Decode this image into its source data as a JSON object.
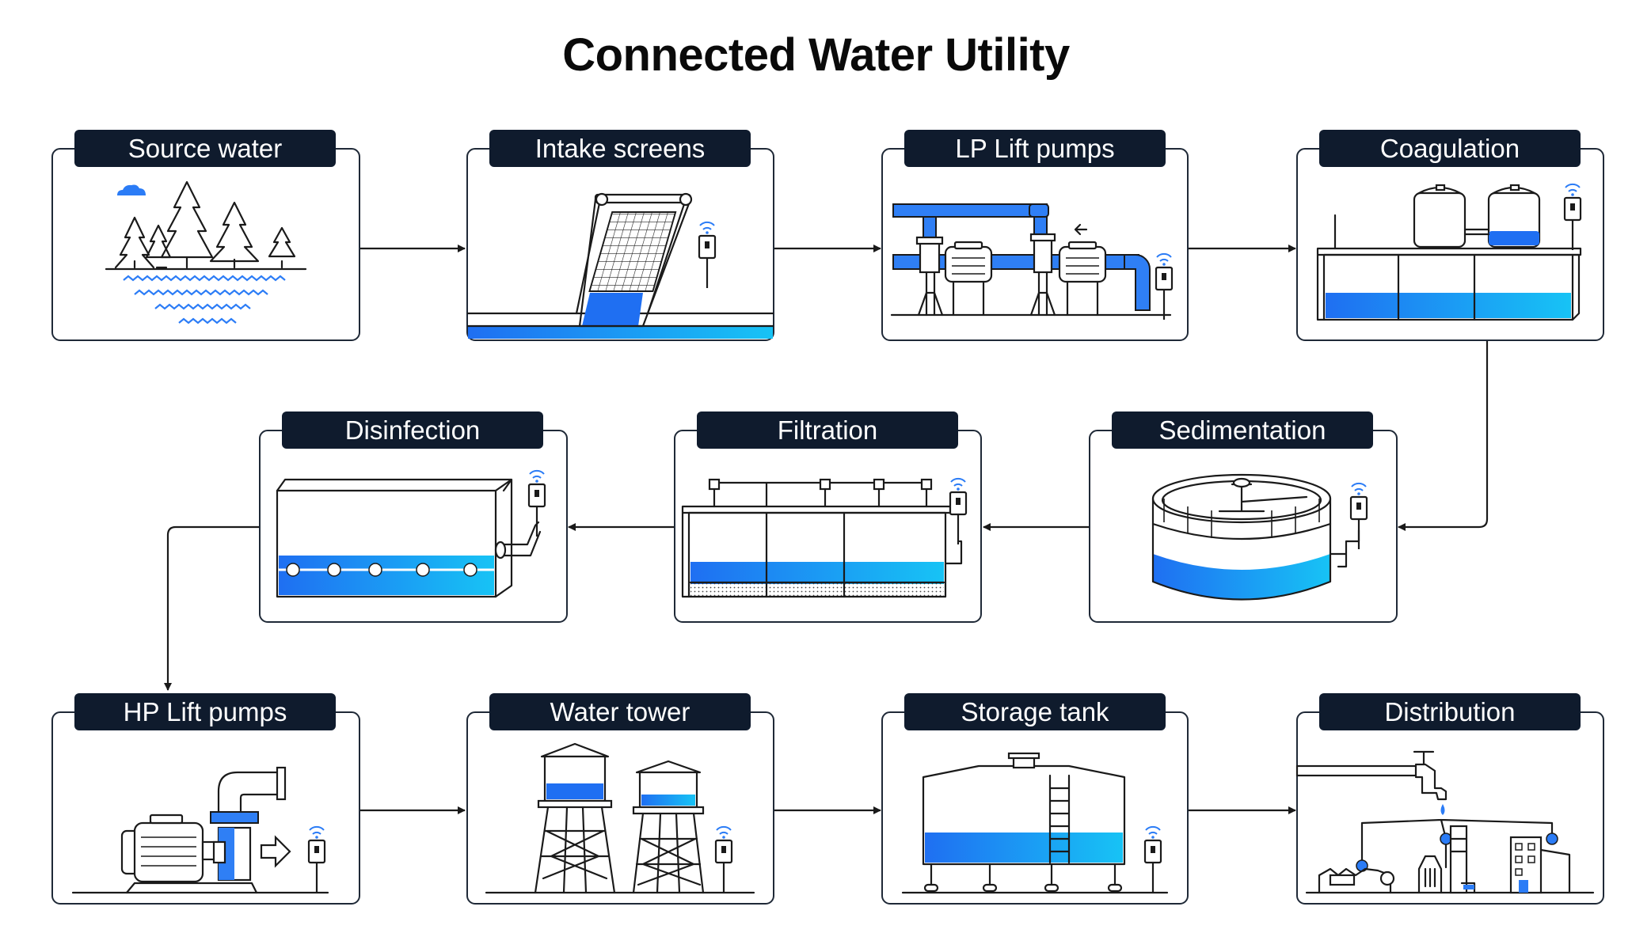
{
  "title": "Connected Water Utility",
  "colors": {
    "accent_blue": "#1f6ff2",
    "accent_cyan": "#17c3f5",
    "label_bg": "#0f1b2d",
    "outline": "#1a1a1a"
  },
  "stages": [
    {
      "label": "Source water",
      "icon": "forest-lake-icon"
    },
    {
      "label": "Intake screens",
      "icon": "intake-screen-icon"
    },
    {
      "label": "LP Lift pumps",
      "icon": "lift-pump-icon"
    },
    {
      "label": "Coagulation",
      "icon": "coagulation-tank-icon"
    },
    {
      "label": "Sedimentation",
      "icon": "clarifier-icon"
    },
    {
      "label": "Filtration",
      "icon": "filter-bed-icon"
    },
    {
      "label": "Disinfection",
      "icon": "disinfection-tank-icon"
    },
    {
      "label": "HP Lift pumps",
      "icon": "hp-pump-icon"
    },
    {
      "label": "Water tower",
      "icon": "water-tower-icon"
    },
    {
      "label": "Storage tank",
      "icon": "storage-tank-icon"
    },
    {
      "label": "Distribution",
      "icon": "distribution-icon"
    }
  ]
}
